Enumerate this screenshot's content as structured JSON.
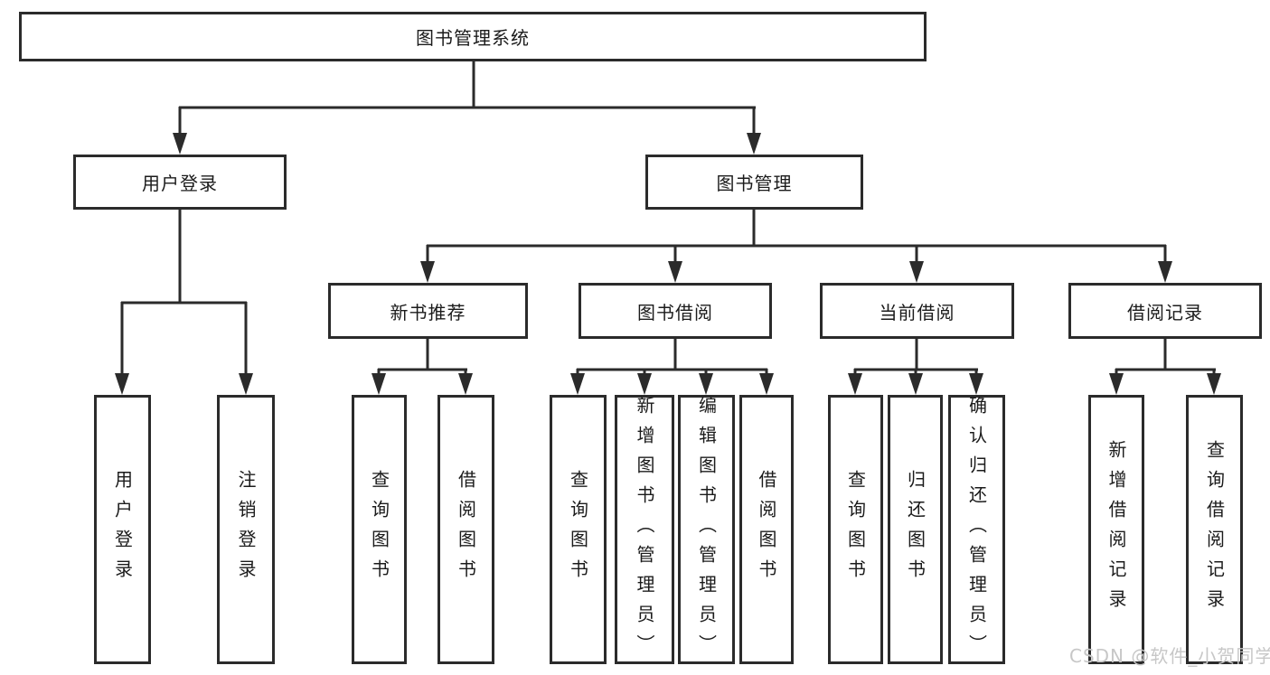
{
  "diagram_type": "tree",
  "colors": {
    "line": "#2b2b2b",
    "box_border": "#2b2b2b",
    "text": "#1b1b1b",
    "background": "#ffffff",
    "watermark": "#c7c7c7"
  },
  "tree": {
    "label": "图书管理系统",
    "children": [
      {
        "label": "用户登录",
        "children": [
          {
            "label": "用户登录"
          },
          {
            "label": "注销登录"
          }
        ]
      },
      {
        "label": "图书管理",
        "children": [
          {
            "label": "新书推荐",
            "children": [
              {
                "label": "查询图书"
              },
              {
                "label": "借阅图书"
              }
            ]
          },
          {
            "label": "图书借阅",
            "children": [
              {
                "label": "查询图书"
              },
              {
                "label": "新增图书（管理员）"
              },
              {
                "label": "编辑图书（管理员）"
              },
              {
                "label": "借阅图书"
              }
            ]
          },
          {
            "label": "当前借阅",
            "children": [
              {
                "label": "查询图书"
              },
              {
                "label": "归还图书"
              },
              {
                "label": "确认归还（管理员）"
              }
            ]
          },
          {
            "label": "借阅记录",
            "children": [
              {
                "label": "新增借阅记录"
              },
              {
                "label": "查询借阅记录"
              }
            ]
          }
        ]
      }
    ]
  },
  "watermark": {
    "text": "CSDN @软件_小贺同学"
  }
}
